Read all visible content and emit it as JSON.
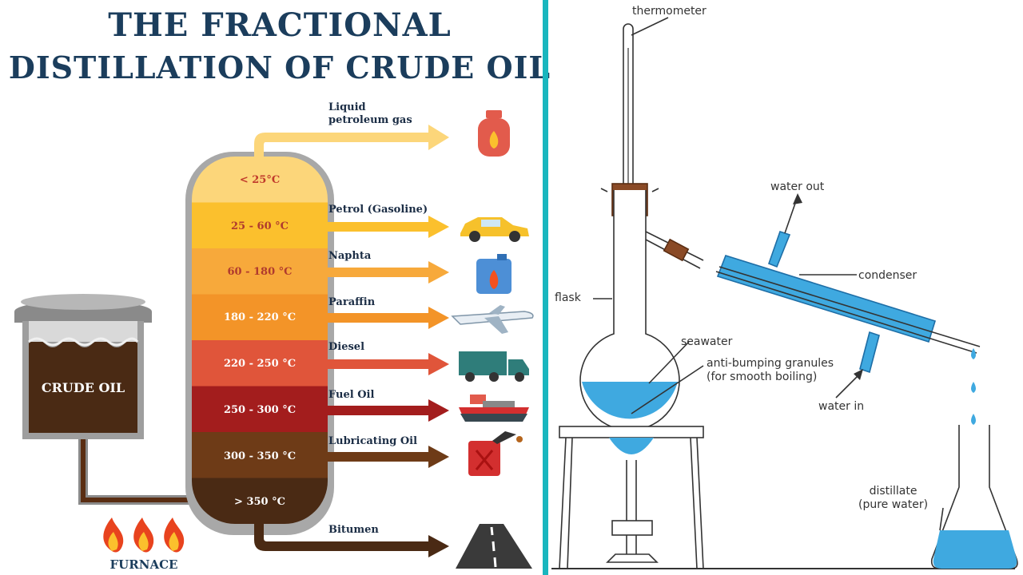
{
  "left_title": {
    "line1": "THE FRACTIONAL",
    "line2": "DISTILLATION OF CRUDE OIL"
  },
  "crude_tank_label": "CRUDE OIL",
  "furnace_label": "FURNACE",
  "column_bands": [
    {
      "range": "< 25°C",
      "color": "#fcd67a",
      "text_color": "#c0392b"
    },
    {
      "range": "25 - 60 °C",
      "color": "#fbc02d",
      "text_color": "#b03a2e"
    },
    {
      "range": "60 - 180 °C",
      "color": "#f7a93b",
      "text_color": "#b03a2e"
    },
    {
      "range": "180 - 220 °C",
      "color": "#f39428",
      "text_color": "#ffffff"
    },
    {
      "range": "220 - 250 °C",
      "color": "#e0553a",
      "text_color": "#ffffff"
    },
    {
      "range": "250 - 300 °C",
      "color": "#a31d1d",
      "text_color": "#ffffff"
    },
    {
      "range": "300 - 350 °C",
      "color": "#6e3b17",
      "text_color": "#ffffff"
    },
    {
      "range": "> 350 °C",
      "color": "#4a2a14",
      "text_color": "#ffffff"
    }
  ],
  "fractions": [
    {
      "name_line1": "Liquid",
      "name_line2": "petroleum gas",
      "icon": "gas-cylinder-icon",
      "arrow_color": "#fcd67a"
    },
    {
      "name_line1": "Petrol (Gasoline)",
      "name_line2": "",
      "icon": "car-icon",
      "arrow_color": "#fbc02d"
    },
    {
      "name_line1": "Naphta",
      "name_line2": "",
      "icon": "fuel-canister-icon",
      "arrow_color": "#f7a93b"
    },
    {
      "name_line1": "Paraffin",
      "name_line2": "",
      "icon": "airplane-icon",
      "arrow_color": "#f39428"
    },
    {
      "name_line1": "Diesel",
      "name_line2": "",
      "icon": "truck-icon",
      "arrow_color": "#e0553a"
    },
    {
      "name_line1": "Fuel Oil",
      "name_line2": "",
      "icon": "ship-icon",
      "arrow_color": "#a31d1d"
    },
    {
      "name_line1": "Lubricating Oil",
      "name_line2": "",
      "icon": "oil-can-icon",
      "arrow_color": "#6e3b17"
    },
    {
      "name_line1": "Bitumen",
      "name_line2": "",
      "icon": "road-icon",
      "arrow_color": "#4a2a14"
    }
  ],
  "apparatus_labels": {
    "thermometer": "thermometer",
    "water_out": "water out",
    "flask": "flask",
    "condenser": "condenser",
    "seawater": "seawater",
    "granules_line1": "anti-bumping granules",
    "granules_line2": "(for smooth boiling)",
    "water_in": "water in",
    "distillate_line1": "distillate",
    "distillate_line2": "(pure water)"
  },
  "colors": {
    "title": "#1b3d5c",
    "divider": "#19b6be",
    "water": "#3fa9e0"
  }
}
